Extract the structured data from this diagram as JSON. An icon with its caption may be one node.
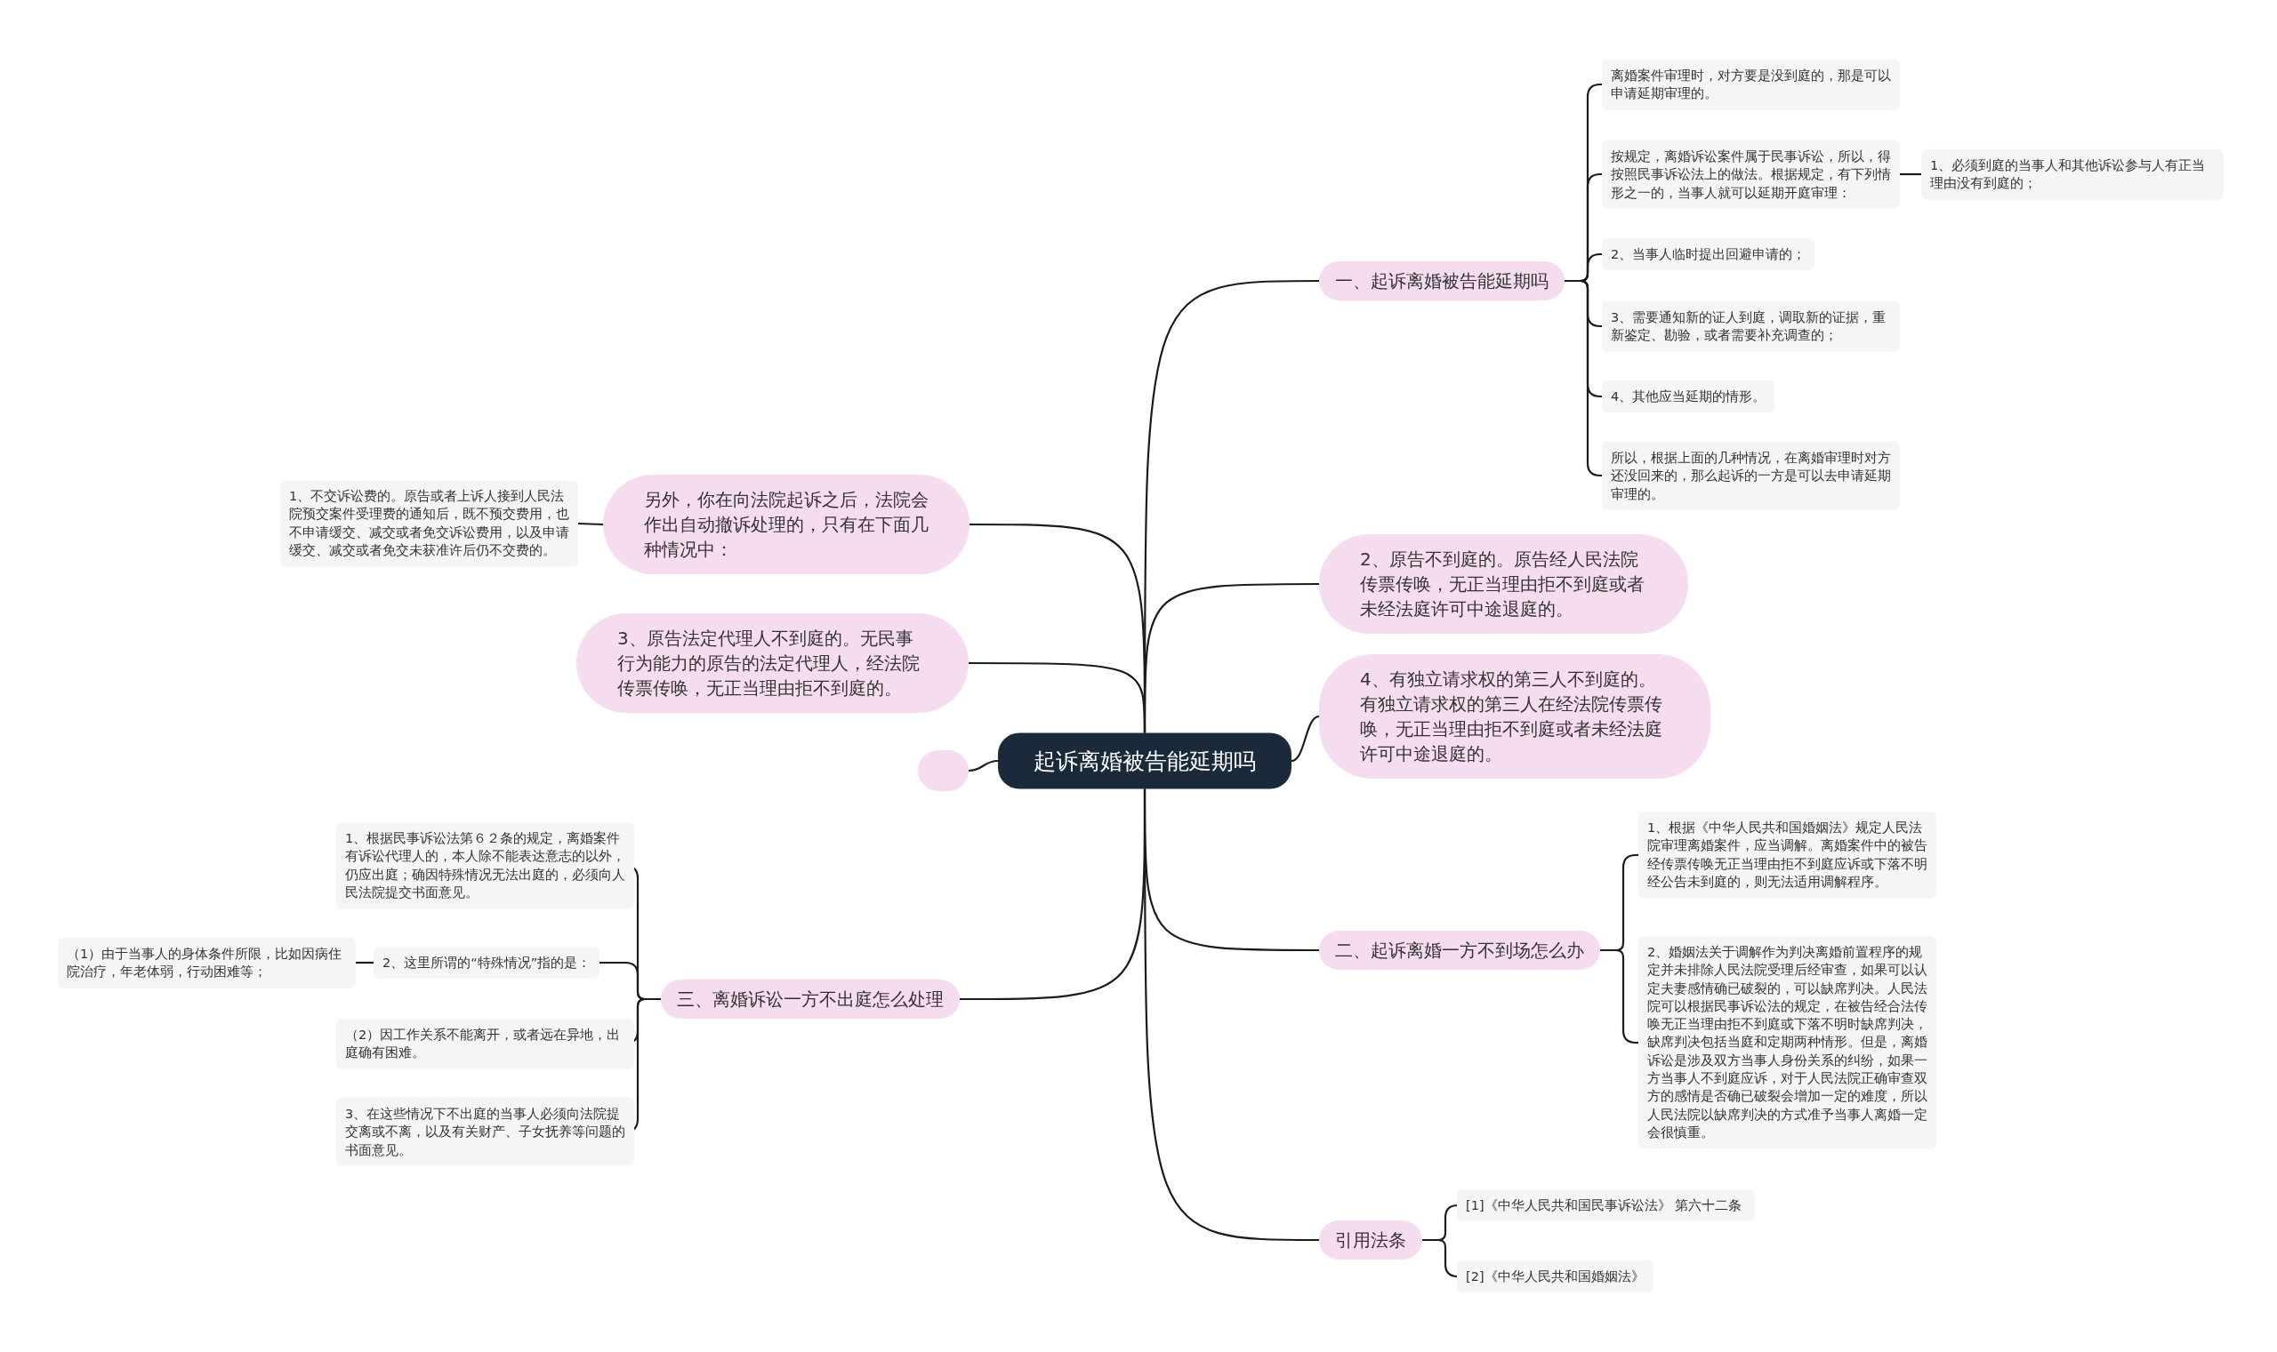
{
  "diagram": {
    "nodes": [
      {
        "text": [
          "起诉离婚被告能延期吗"
        ]
      },
      {
        "text": [
          "一、起诉离婚被告能延期吗"
        ]
      },
      {
        "text": [
          "另外，你在向法院起诉之后，法院会作出自动撤诉处理的，只有在下面几种情况中："
        ]
      },
      {
        "text": [
          "3、原告法定代理人不到庭的。无民事行为能力的原告的法定代理人，经法院传票传唤，无正当理由拒不到庭的。"
        ]
      },
      {
        "text": [
          "2、原告不到庭的。原告经人民法院传票传唤，无正当理由拒不到庭或者未经法庭许可中途退庭的。"
        ]
      },
      {
        "text": [
          "4、有独立请求权的第三人不到庭的。有独立请求权的第三人在经法院传票传唤，无正当理由拒不到庭或者未经法庭许可中途退庭的。"
        ]
      },
      {
        "text": [],
        "shape": "box"
      },
      {
        "text": [
          "二、起诉离婚一方不到场怎么办"
        ]
      },
      {
        "text": [
          "三、离婚诉讼一方不出庭怎么处理"
        ]
      },
      {
        "text": [
          "引用法条"
        ]
      },
      {
        "text": [
          "离婚案件审理时，对方要是没到庭的，那是可以申请延期审理的。"
        ]
      },
      {
        "text": [
          "按规定，离婚诉讼案件属于民事诉讼，所以，得按照民事诉讼法上的做法。根据规定，有下列情形之一的，当事人就可以延期开庭审理："
        ]
      },
      {
        "text": [
          "1、必须到庭的当事人和其他诉讼参与人有正当理由没有到庭的；"
        ]
      },
      {
        "text": [
          "2、当事人临时提出回避申请的；"
        ]
      },
      {
        "text": [
          "3、需要通知新的证人到庭，调取新的证据，重新鉴定、勘验，或者需要补充调查的；"
        ]
      },
      {
        "text": [
          "4、其他应当延期的情形。"
        ]
      },
      {
        "text": [
          "所以，根据上面的几种情况，在离婚审理时对方还没回来的，那么起诉的一方是可以去申请延期审理的。"
        ]
      },
      {
        "text": [
          "1、不交诉讼费的。原告或者上诉人接到人民法院预交案件受理费的通知后，既不预交费用，也不申请缓交、减交或者免交诉讼费用，以及申请缓交、减交或者免交未获准许后仍不交费的。"
        ]
      },
      {
        "text": [
          "1、根据《中华人民共和国婚姻法》规定人民法院审理离婚案件，应当调解。离婚案件中的被告经传票传唤无正当理由拒不到庭应诉或下落不明经公告未到庭的，则无法适用调解程序。"
        ]
      },
      {
        "text": [
          "2、婚姻法关于调解作为判决离婚前置程序的规定并未排除人民法院受理后经审查，如果可以认定夫妻感情确已破裂的，可以缺席判决。人民法院可以根据民事诉讼法的规定，在被告经合法传唤无正当理由拒不到庭或下落不明时缺席判决，缺席判决包括当庭和定期两种情形。但是，离婚诉讼是涉及双方当事人身份关系的纠纷，如果一方当事人不到庭应诉，对于人民法院正确审查双方的感情是否确已破裂会增加一定的难度，所以人民法院以缺席判决的方式准予当事人离婚一定会很慎重。"
        ]
      },
      {
        "text": [
          "1、根据民事诉讼法第６２条的规定，离婚案件有诉讼代理人的，本人除不能表达意志的以外，仍应出庭；确因特殊情况无法出庭的，必须向人民法院提交书面意见。"
        ]
      },
      {
        "text": [
          "2、这里所谓的“特殊情况”指的是："
        ]
      },
      {
        "text": [
          "（1）由于当事人的身体条件所限，比如因病住院治疗，年老体弱，行动困难等；"
        ]
      },
      {
        "text": [
          "（2）因工作关系不能离开，或者远在异地，出庭确有困难。"
        ]
      },
      {
        "text": [
          "3、在这些情况下不出庭的当事人必须向法院提交离或不离，以及有关财产、子女抚养等问题的书面意见。"
        ]
      },
      {
        "text": [
          "[1]《中华人民共和国民事诉讼法》 第六十二条"
        ]
      },
      {
        "text": [
          "[2]《中华人民共和国婚姻法》"
        ]
      }
    ],
    "edges": [
      {
        "from": 0,
        "to": 1,
        "arrow": "none"
      },
      {
        "from": 0,
        "to": 2,
        "arrow": "none"
      },
      {
        "from": 0,
        "to": 3,
        "arrow": "none"
      },
      {
        "from": 0,
        "to": 4,
        "arrow": "none"
      },
      {
        "from": 0,
        "to": 5,
        "arrow": "none"
      },
      {
        "from": 0,
        "to": 6,
        "arrow": "none"
      },
      {
        "from": 0,
        "to": 7,
        "arrow": "none"
      },
      {
        "from": 0,
        "to": 8,
        "arrow": "none"
      },
      {
        "from": 0,
        "to": 9,
        "arrow": "none"
      },
      {
        "from": 1,
        "to": 10,
        "arrow": "none"
      },
      {
        "from": 1,
        "to": 11,
        "arrow": "none"
      },
      {
        "from": 1,
        "to": 13,
        "arrow": "none"
      },
      {
        "from": 1,
        "to": 14,
        "arrow": "none"
      },
      {
        "from": 1,
        "to": 15,
        "arrow": "none"
      },
      {
        "from": 1,
        "to": 16,
        "arrow": "none"
      },
      {
        "from": 11,
        "to": 12,
        "arrow": "none"
      },
      {
        "from": 2,
        "to": 17,
        "arrow": "none"
      },
      {
        "from": 7,
        "to": 18,
        "arrow": "none"
      },
      {
        "from": 7,
        "to": 19,
        "arrow": "none"
      },
      {
        "from": 8,
        "to": 20,
        "arrow": "none"
      },
      {
        "from": 8,
        "to": 21,
        "arrow": "none"
      },
      {
        "from": 8,
        "to": 23,
        "arrow": "none"
      },
      {
        "from": 8,
        "to": 24,
        "arrow": "none"
      },
      {
        "from": 21,
        "to": 22,
        "arrow": "none"
      },
      {
        "from": 9,
        "to": 25,
        "arrow": "none"
      },
      {
        "from": 9,
        "to": 26,
        "arrow": "none"
      }
    ]
  }
}
